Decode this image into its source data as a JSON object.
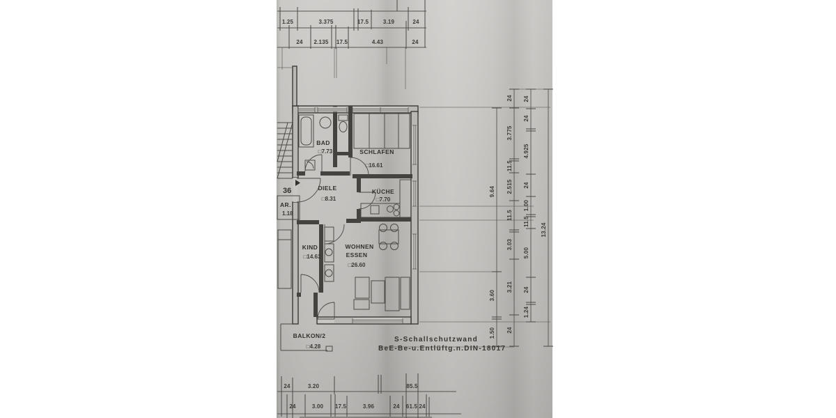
{
  "plan": {
    "apartment_number": "36",
    "rooms": {
      "bad": {
        "name": "BAD",
        "area": "□7.73"
      },
      "schlafen": {
        "name": "SCHLAFEN",
        "area": "□16.61"
      },
      "diele": {
        "name": "DIELE",
        "area": "□8.31"
      },
      "kueche": {
        "name": "KÜCHE",
        "area": "□7.70"
      },
      "kind": {
        "name": "KIND",
        "area": "□14.63"
      },
      "wohnen": {
        "name": "WOHNEN",
        "name2": "ESSEN",
        "area": "□26.60"
      },
      "balkon": {
        "name": "BALKON/2",
        "area": "□4.28"
      },
      "abstellraum": {
        "name": "AR.",
        "area": "1.18"
      }
    },
    "notes": {
      "line1": "S-Schallschutzwand",
      "line2": "BeE-Be-u.Entlüftg.n.DIN-18017"
    }
  },
  "dimensions": {
    "top_row1": [
      "1.25",
      "3.375",
      "17.5",
      "3.19",
      "24"
    ],
    "top_row2": [
      "24",
      "2.135",
      "17.5",
      "4.43",
      "24"
    ],
    "right_col_a": [
      "9.64",
      "3.60",
      "1.50"
    ],
    "right_col_b": [
      "24",
      "3.775",
      "11.5",
      "2.515",
      "11.5",
      "3.03",
      "3.21",
      "24"
    ],
    "right_col_c": [
      "24",
      "24",
      "4.925",
      "24",
      "1.00",
      "11.5",
      "5.00",
      "24",
      "1.24"
    ],
    "right_total": "13.24",
    "bottom_row1": [
      "24",
      "3.20",
      "85.5"
    ],
    "bottom_row2": [
      "24",
      "3.00",
      "17.5",
      "3.96",
      "24",
      "61.5",
      "24"
    ]
  },
  "colors": {
    "paper": "#c8c6c3",
    "ink": "#3b3936"
  }
}
